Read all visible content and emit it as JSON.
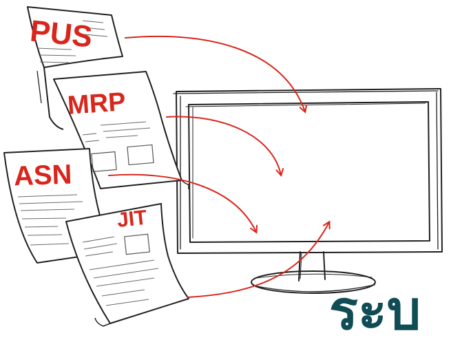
{
  "documents": [
    {
      "id": "pus",
      "label": "PUS"
    },
    {
      "id": "mrp",
      "label": "MRP"
    },
    {
      "id": "asn",
      "label": "ASN"
    },
    {
      "id": "jit",
      "label": "JIT"
    }
  ],
  "caption": "ระบ",
  "colors": {
    "accent": "#d9261c",
    "ink": "#1f1f1f",
    "caption": "#0f4c55",
    "paper": "#ffffff"
  },
  "icons": {
    "monitor": "computer-monitor-icon",
    "arrow": "red-arrow-icon"
  }
}
